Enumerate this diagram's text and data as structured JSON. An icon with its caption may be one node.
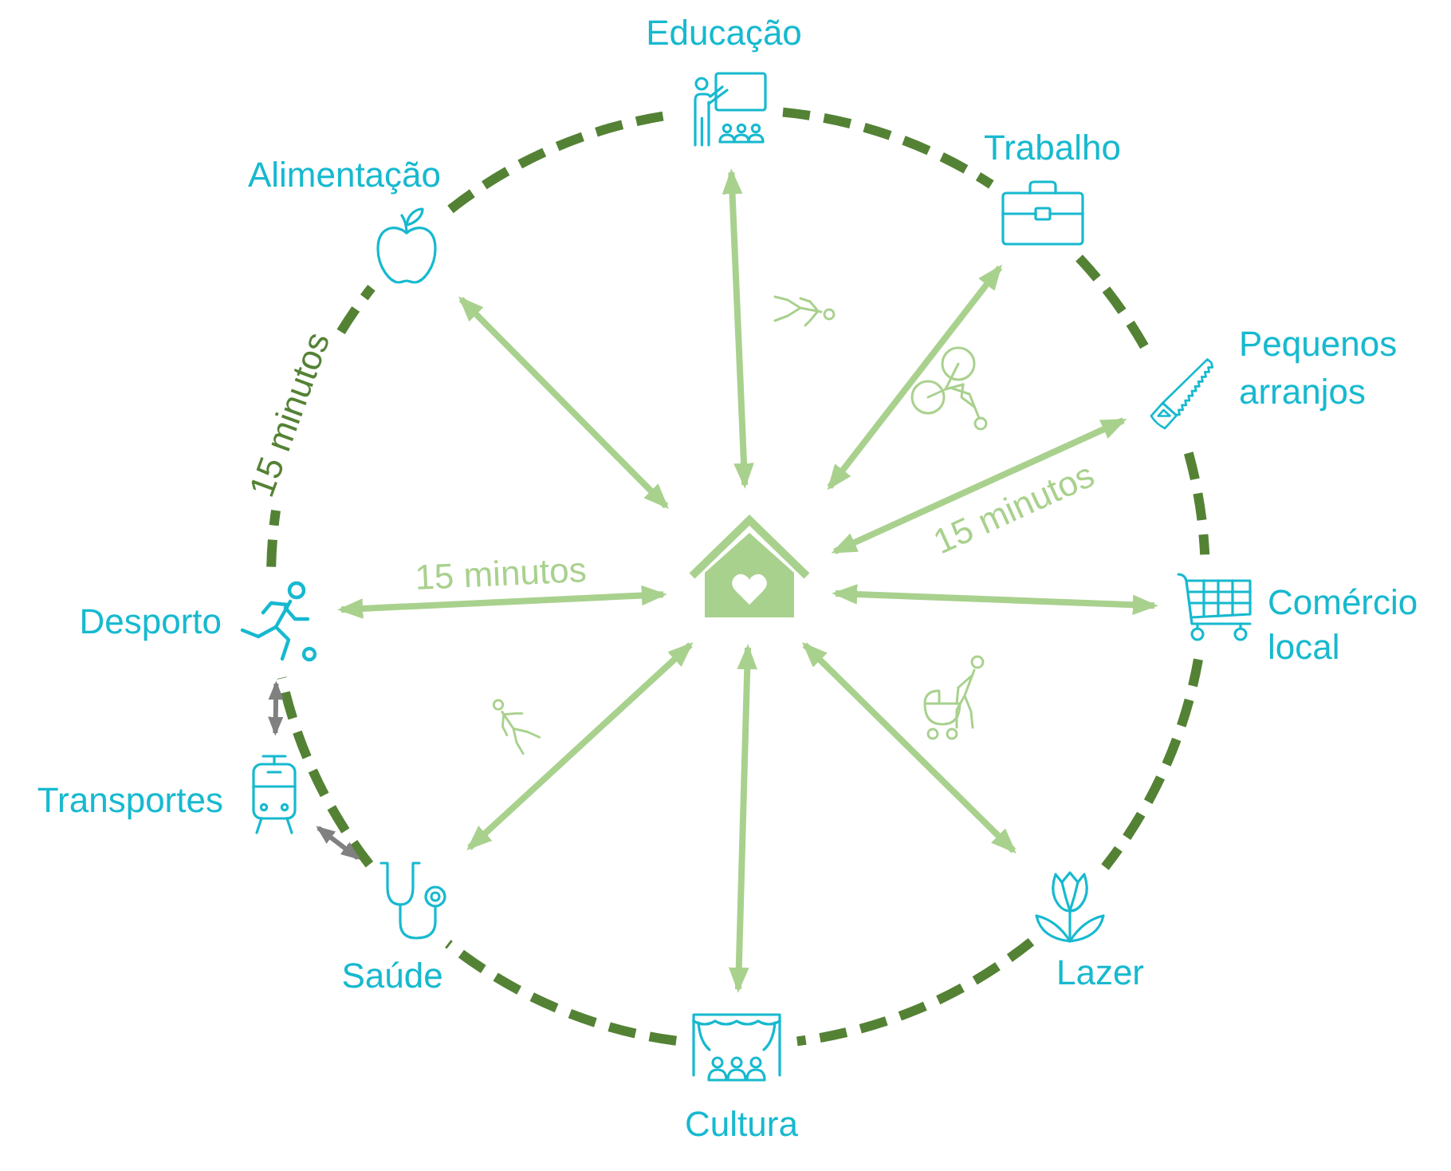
{
  "diagram": {
    "nodes": [
      {
        "text": [
          "Educação"
        ]
      },
      {
        "text": [
          "Trabalho"
        ]
      },
      {
        "text": [
          "Alimentação"
        ]
      },
      {
        "text": [
          "Pequenos arranjos"
        ]
      },
      {
        "text": [],
        "shape": "picture"
      },
      {
        "text": [
          "Comércio local"
        ]
      },
      {
        "text": [
          "Desporto"
        ]
      },
      {
        "text": [
          "Transportes"
        ]
      },
      {
        "text": [
          "Saúde"
        ]
      },
      {
        "text": [
          "Lazer"
        ]
      },
      {
        "text": [
          "Cultura"
        ]
      }
    ],
    "edges": [
      {
        "from": 4,
        "to": 0,
        "arrow": "both"
      },
      {
        "from": 4,
        "to": 1,
        "arrow": "both"
      },
      {
        "from": 4,
        "to": 2,
        "arrow": "both"
      },
      {
        "from": 4,
        "to": 3,
        "arrow": "both",
        "label": "15 minutos"
      },
      {
        "from": 4,
        "to": 5,
        "arrow": "both"
      },
      {
        "from": 4,
        "to": 6,
        "arrow": "both",
        "label": "15 minutos"
      },
      {
        "from": 4,
        "to": 8,
        "arrow": "both"
      },
      {
        "from": 4,
        "to": 9,
        "arrow": "both"
      },
      {
        "from": 4,
        "to": 10,
        "arrow": "both"
      },
      {
        "from": 6,
        "to": 7,
        "arrow": "both",
        "color": "#808080"
      },
      {
        "from": 7,
        "to": 8,
        "arrow": "both",
        "color": "#808080"
      }
    ],
    "labels": [
      "15 minutos"
    ]
  }
}
